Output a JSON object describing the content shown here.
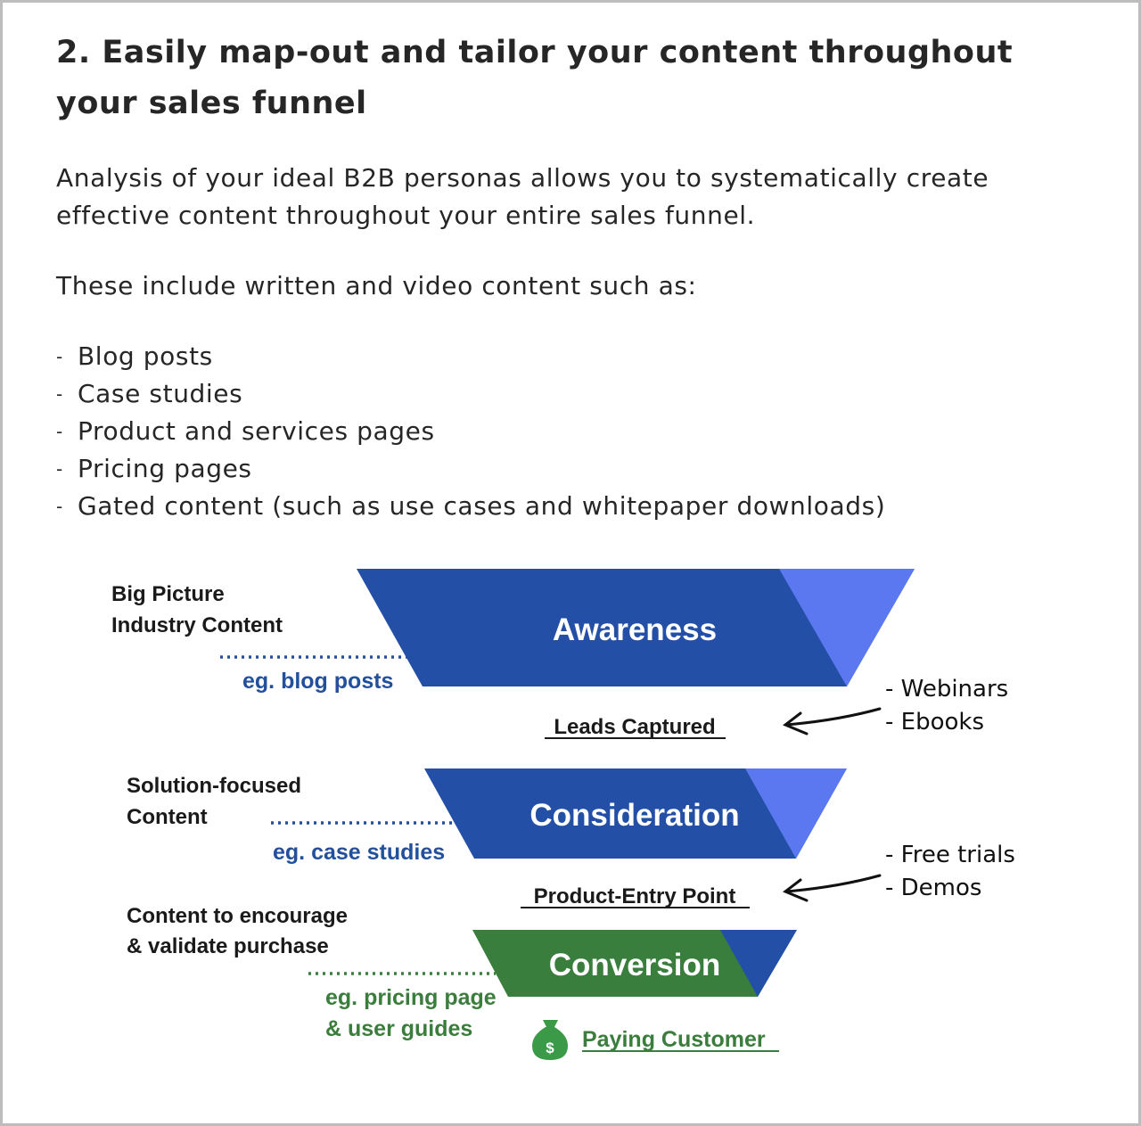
{
  "article": {
    "heading_line1": "2. Easily map-out and tailor your content throughout",
    "heading_line2": "your sales funnel",
    "intro_line1": "Analysis of your ideal B2B personas allows you to systematically create",
    "intro_line2": "effective content throughout your entire sales funnel.",
    "list_intro": "These include written and video content such as:",
    "list_bullet": "-",
    "list_items": [
      "Blog posts",
      "Case studies",
      "Product and services pages",
      "Pricing pages",
      "Gated content (such as use cases and whitepaper downloads)"
    ]
  },
  "funnel": {
    "colors": {
      "dark_blue": "#2350A6",
      "light_blue": "#5B78F0",
      "green": "#3A7E3E",
      "blue_text": "#23509C",
      "green_text": "#3B7D3C",
      "label_text": "#1a1a1a"
    },
    "stages": [
      {
        "name": "Awareness",
        "label_line1": "Big Picture",
        "label_line2": "Industry Content",
        "example_line1": "eg. blog posts",
        "milestone": "Leads Captured",
        "side_note_lines": [
          "- Webinars",
          "- Ebooks"
        ]
      },
      {
        "name": "Consideration",
        "label_line1": "Solution-focused",
        "label_line2": "Content",
        "example_line1": "eg. case studies",
        "milestone": "Product-Entry Point",
        "side_note_lines": [
          "- Free trials",
          "- Demos"
        ]
      },
      {
        "name": "Conversion",
        "label_line1": "Content to encourage",
        "label_line2": "& validate purchase",
        "example_line1": "eg. pricing page",
        "example_line2": "& user guides",
        "milestone": "Paying Customer",
        "milestone_icon": "money-bag-icon",
        "money_symbol": "$"
      }
    ]
  }
}
